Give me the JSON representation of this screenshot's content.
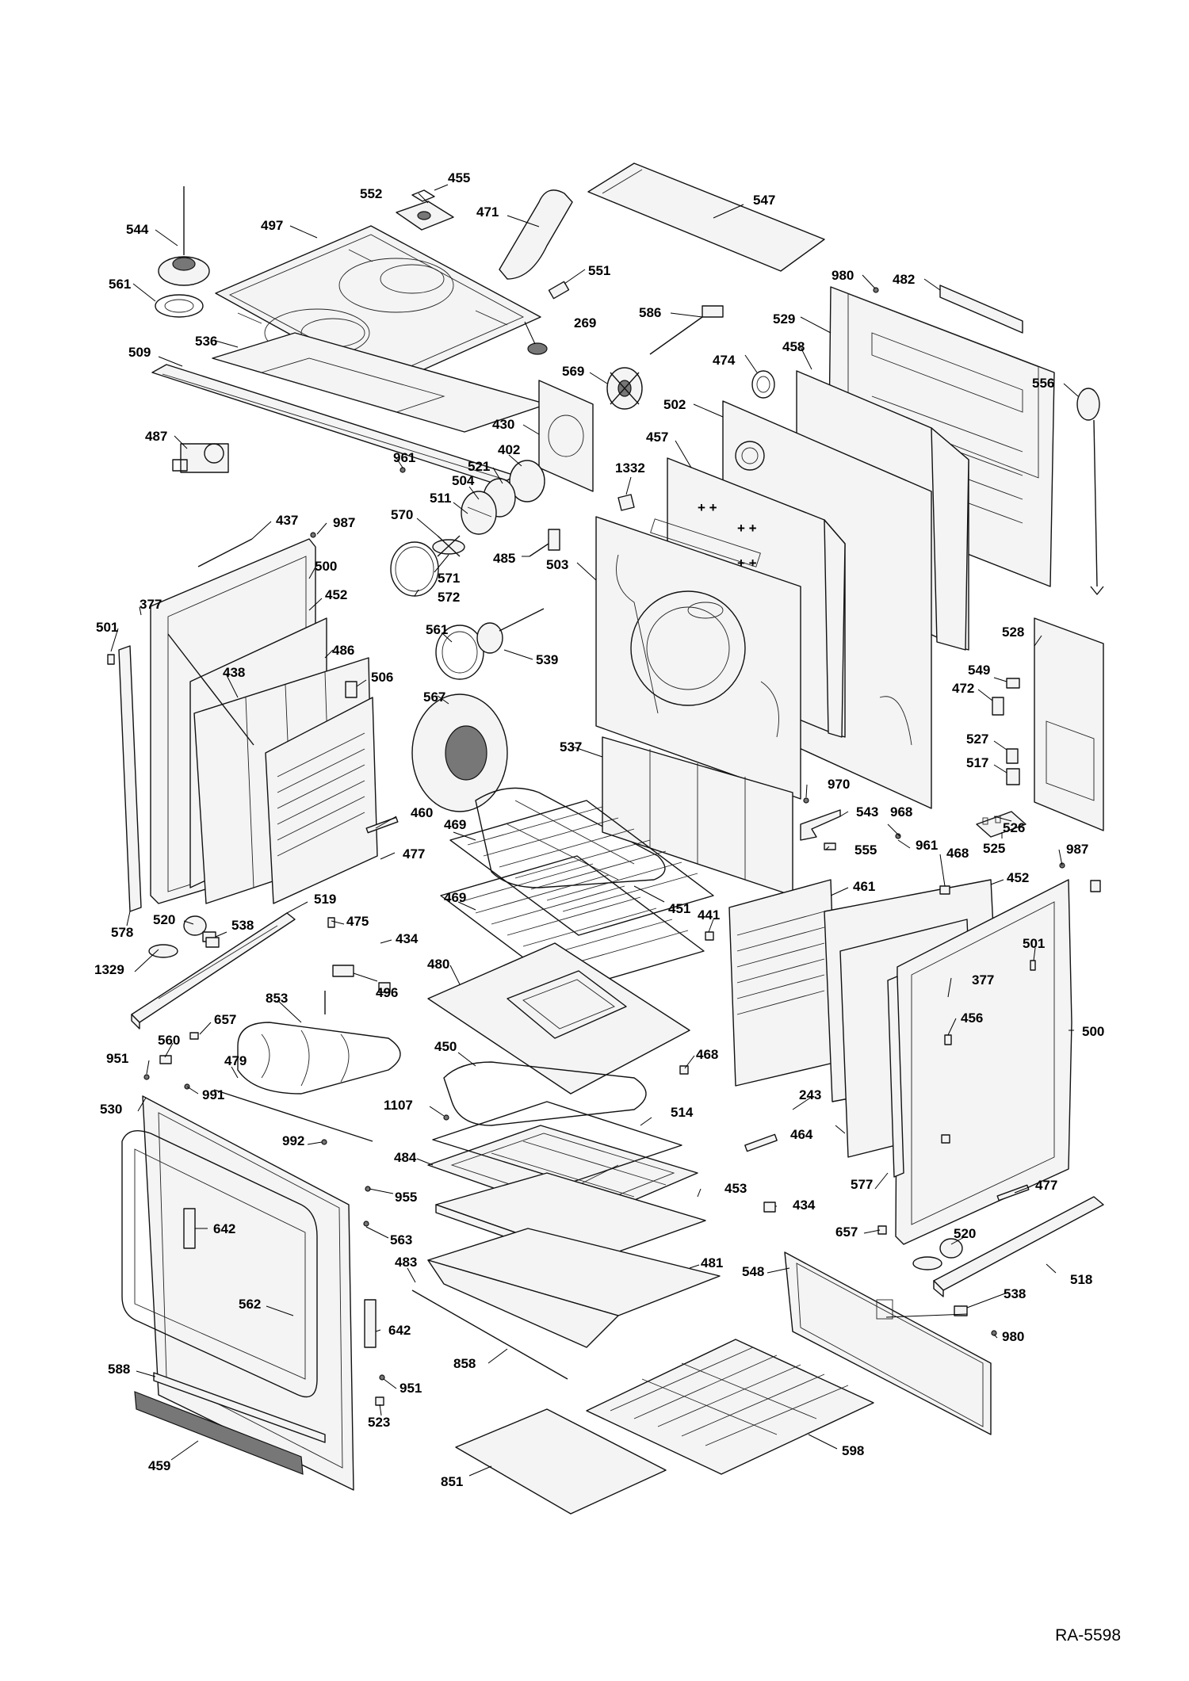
{
  "drawing_code": "RA-5598",
  "callouts": [
    {
      "id": "c455",
      "label": "455"
    },
    {
      "id": "c552",
      "label": "552"
    },
    {
      "id": "c547",
      "label": "547"
    },
    {
      "id": "c471",
      "label": "471"
    },
    {
      "id": "c544",
      "label": "544"
    },
    {
      "id": "c497",
      "label": "497"
    },
    {
      "id": "c551",
      "label": "551"
    },
    {
      "id": "c980a",
      "label": "980"
    },
    {
      "id": "c482",
      "label": "482"
    },
    {
      "id": "c561a",
      "label": "561"
    },
    {
      "id": "c586",
      "label": "586"
    },
    {
      "id": "c529",
      "label": "529"
    },
    {
      "id": "c269",
      "label": "269"
    },
    {
      "id": "c509",
      "label": "509"
    },
    {
      "id": "c536",
      "label": "536"
    },
    {
      "id": "c474",
      "label": "474"
    },
    {
      "id": "c458",
      "label": "458"
    },
    {
      "id": "c569",
      "label": "569"
    },
    {
      "id": "c556",
      "label": "556"
    },
    {
      "id": "c502",
      "label": "502"
    },
    {
      "id": "c487",
      "label": "487"
    },
    {
      "id": "c430",
      "label": "430"
    },
    {
      "id": "c457",
      "label": "457"
    },
    {
      "id": "c961a",
      "label": "961"
    },
    {
      "id": "c402",
      "label": "402"
    },
    {
      "id": "c521",
      "label": "521"
    },
    {
      "id": "c1332",
      "label": "1332"
    },
    {
      "id": "c504",
      "label": "504"
    },
    {
      "id": "c511",
      "label": "511"
    },
    {
      "id": "c437",
      "label": "437"
    },
    {
      "id": "c987a",
      "label": "987"
    },
    {
      "id": "c570",
      "label": "570"
    },
    {
      "id": "c485",
      "label": "485"
    },
    {
      "id": "c503",
      "label": "503"
    },
    {
      "id": "c500a",
      "label": "500"
    },
    {
      "id": "c571",
      "label": "571"
    },
    {
      "id": "c572",
      "label": "572"
    },
    {
      "id": "c377a",
      "label": "377"
    },
    {
      "id": "c452a",
      "label": "452"
    },
    {
      "id": "c501a",
      "label": "501"
    },
    {
      "id": "c561b",
      "label": "561"
    },
    {
      "id": "c528",
      "label": "528"
    },
    {
      "id": "c486",
      "label": "486"
    },
    {
      "id": "c539",
      "label": "539"
    },
    {
      "id": "c438",
      "label": "438"
    },
    {
      "id": "c506",
      "label": "506"
    },
    {
      "id": "c549",
      "label": "549"
    },
    {
      "id": "c472",
      "label": "472"
    },
    {
      "id": "c567",
      "label": "567"
    },
    {
      "id": "c527",
      "label": "527"
    },
    {
      "id": "c537",
      "label": "537"
    },
    {
      "id": "c517",
      "label": "517"
    },
    {
      "id": "c970",
      "label": "970"
    },
    {
      "id": "c460",
      "label": "460"
    },
    {
      "id": "c543",
      "label": "543"
    },
    {
      "id": "c968",
      "label": "968"
    },
    {
      "id": "c526",
      "label": "526"
    },
    {
      "id": "c469a",
      "label": "469"
    },
    {
      "id": "c477a",
      "label": "477"
    },
    {
      "id": "c525",
      "label": "525"
    },
    {
      "id": "c555",
      "label": "555"
    },
    {
      "id": "c961b",
      "label": "961"
    },
    {
      "id": "c468a",
      "label": "468"
    },
    {
      "id": "c987b",
      "label": "987"
    },
    {
      "id": "c451",
      "label": "451"
    },
    {
      "id": "c452b",
      "label": "452"
    },
    {
      "id": "c461",
      "label": "461"
    },
    {
      "id": "c578",
      "label": "578"
    },
    {
      "id": "c519",
      "label": "519"
    },
    {
      "id": "c469b",
      "label": "469"
    },
    {
      "id": "c520a",
      "label": "520"
    },
    {
      "id": "c538a",
      "label": "538"
    },
    {
      "id": "c441",
      "label": "441"
    },
    {
      "id": "c475",
      "label": "475"
    },
    {
      "id": "c434a",
      "label": "434"
    },
    {
      "id": "c501b",
      "label": "501"
    },
    {
      "id": "c1329",
      "label": "1329"
    },
    {
      "id": "c480",
      "label": "480"
    },
    {
      "id": "c496",
      "label": "496"
    },
    {
      "id": "c377b",
      "label": "377"
    },
    {
      "id": "c853",
      "label": "853"
    },
    {
      "id": "c657a",
      "label": "657"
    },
    {
      "id": "c456",
      "label": "456"
    },
    {
      "id": "c500b",
      "label": "500"
    },
    {
      "id": "c560",
      "label": "560"
    },
    {
      "id": "c450",
      "label": "450"
    },
    {
      "id": "c468b",
      "label": "468"
    },
    {
      "id": "c951a",
      "label": "951"
    },
    {
      "id": "c479",
      "label": "479"
    },
    {
      "id": "c991",
      "label": "991"
    },
    {
      "id": "c243",
      "label": "243"
    },
    {
      "id": "c530",
      "label": "530"
    },
    {
      "id": "c1107",
      "label": "1107"
    },
    {
      "id": "c514",
      "label": "514"
    },
    {
      "id": "c464",
      "label": "464"
    },
    {
      "id": "c992",
      "label": "992"
    },
    {
      "id": "c484",
      "label": "484"
    },
    {
      "id": "c577",
      "label": "577"
    },
    {
      "id": "c477b",
      "label": "477"
    },
    {
      "id": "c955",
      "label": "955"
    },
    {
      "id": "c453",
      "label": "453"
    },
    {
      "id": "c434b",
      "label": "434"
    },
    {
      "id": "c642a",
      "label": "642"
    },
    {
      "id": "c563",
      "label": "563"
    },
    {
      "id": "c657b",
      "label": "657"
    },
    {
      "id": "c520b",
      "label": "520"
    },
    {
      "id": "c481",
      "label": "481"
    },
    {
      "id": "c483",
      "label": "483"
    },
    {
      "id": "c548",
      "label": "548"
    },
    {
      "id": "c518",
      "label": "518"
    },
    {
      "id": "c562",
      "label": "562"
    },
    {
      "id": "c538b",
      "label": "538"
    },
    {
      "id": "c642b",
      "label": "642"
    },
    {
      "id": "c980b",
      "label": "980"
    },
    {
      "id": "c858",
      "label": "858"
    },
    {
      "id": "c588",
      "label": "588"
    },
    {
      "id": "c951b",
      "label": "951"
    },
    {
      "id": "c523",
      "label": "523"
    },
    {
      "id": "c598",
      "label": "598"
    },
    {
      "id": "c459",
      "label": "459"
    },
    {
      "id": "c851",
      "label": "851"
    }
  ]
}
